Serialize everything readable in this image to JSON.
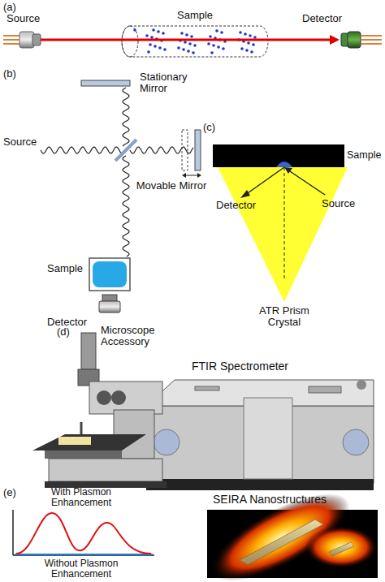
{
  "diagram": {
    "labels": [
      "(a)",
      "Source",
      "Sample",
      "Detector",
      "(b)",
      "Stationary Mirror",
      "Source",
      "Movable Mirror",
      "Sample",
      "Detector",
      "(c)",
      "Sample",
      "Detector",
      "Source",
      "ATR Prism Crystal",
      "(d)",
      "Microscope Accessory",
      "FTIR Spectrometer",
      "(e)",
      "With Plasmon Enhancement",
      "Without Plasmon Enhancement",
      "SEIRA Nanostructures"
    ]
  }
}
